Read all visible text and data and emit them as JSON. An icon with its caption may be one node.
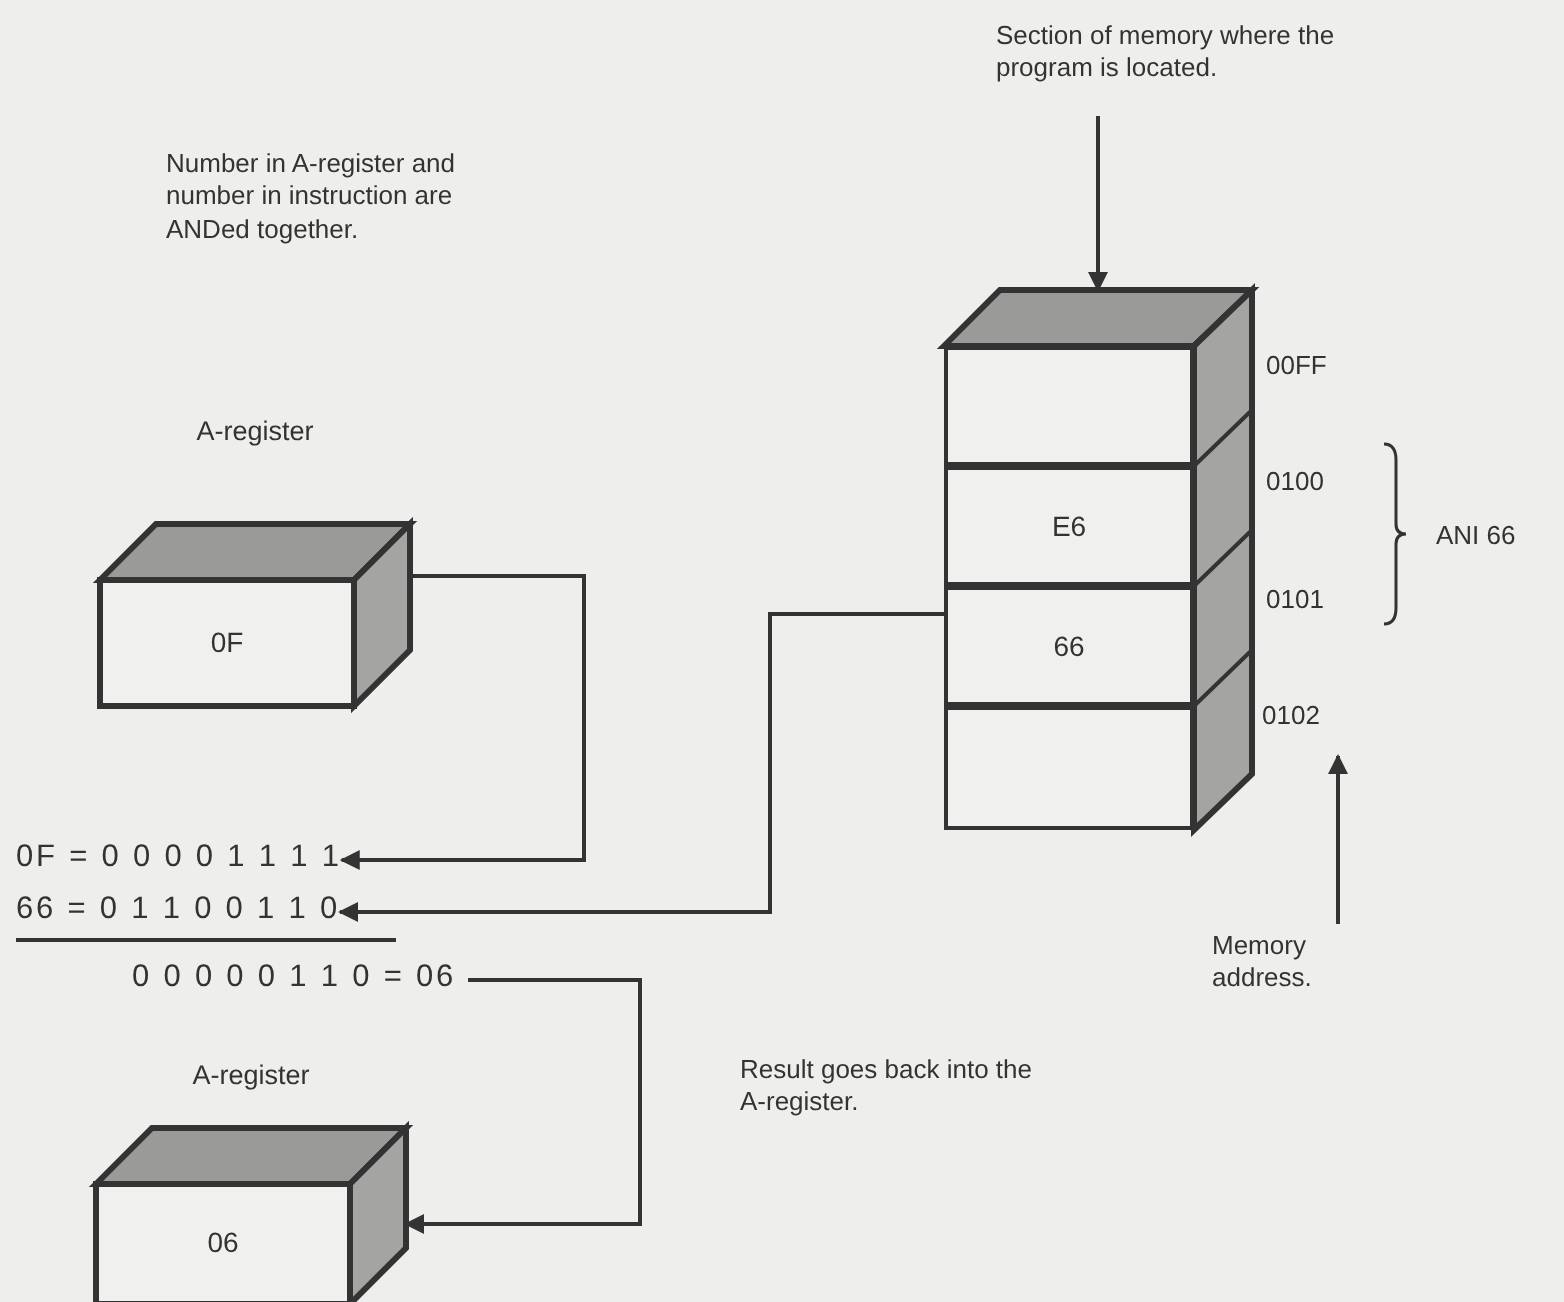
{
  "diagram": {
    "nodes": [
      {
        "text": [
          "Section of memory where the program is located."
        ]
      },
      {
        "text": [],
        "shape": "box"
      },
      {
        "text": [],
        "shape": "box",
        "in": 1
      },
      {
        "text": [
          "E6"
        ],
        "in": 1
      },
      {
        "text": [
          "66"
        ],
        "in": 1
      },
      {
        "text": [],
        "shape": "box",
        "in": 1
      },
      {
        "text": [
          "A-register",
          "0F"
        ]
      },
      {
        "text": [
          "0102"
        ]
      },
      {
        "text": [
          "0F = 0 0 0 0 1 1 1 1"
        ]
      },
      {
        "text": [
          "66 = 0 1 1 0 0 1 1 0"
        ]
      },
      {
        "text": [
          "0 0 0 0 0 1 1 0 = 06"
        ]
      },
      {
        "text": [
          "Memory address."
        ]
      },
      {
        "text": [
          "A-register",
          "06"
        ]
      }
    ],
    "edges": [
      {
        "from": 0,
        "to": 1,
        "arrow": "to"
      },
      {
        "from": 6,
        "to": 8,
        "arrow": "to"
      },
      {
        "from": 4,
        "to": 9,
        "arrow": "to"
      },
      {
        "from": 10,
        "to": 12,
        "arrow": "to"
      },
      {
        "from": 11,
        "to": 7,
        "arrow": "to"
      }
    ],
    "labels": [
      "Number in A-register and number in instruction are ANDed together.",
      "00FF",
      "0100",
      "0101",
      "ANI 66",
      "Result goes back into the A-register."
    ]
  }
}
